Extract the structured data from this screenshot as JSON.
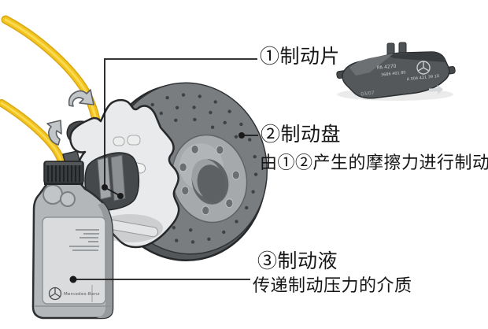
{
  "canvas": {
    "background": "#ffffff"
  },
  "annotations": {
    "pad": {
      "title": "①制动片"
    },
    "disc": {
      "title": "②制动盘",
      "desc": "由①②产生的摩擦力进行制动"
    },
    "fluid": {
      "title": "③制动液",
      "desc": "传递制动压力的介质"
    }
  },
  "pad_photo": {
    "part_no": "PA 4270",
    "code": "3686 401 80",
    "oem_no": "A 004 421 39 10",
    "date_code": "03/07"
  },
  "bottle": {
    "brand": "Mercedes-Benz"
  },
  "colors": {
    "hose_yellow": "#f2c41d",
    "hose_yellow_dark": "#d8a816",
    "leader_line": "#1a1a1a",
    "disc_face": "#797d80",
    "disc_hub": "#a6a9ac",
    "caliper_body": "#e9eaeb",
    "bottle_body": "#b4b7b9",
    "label_text": "#151515"
  }
}
